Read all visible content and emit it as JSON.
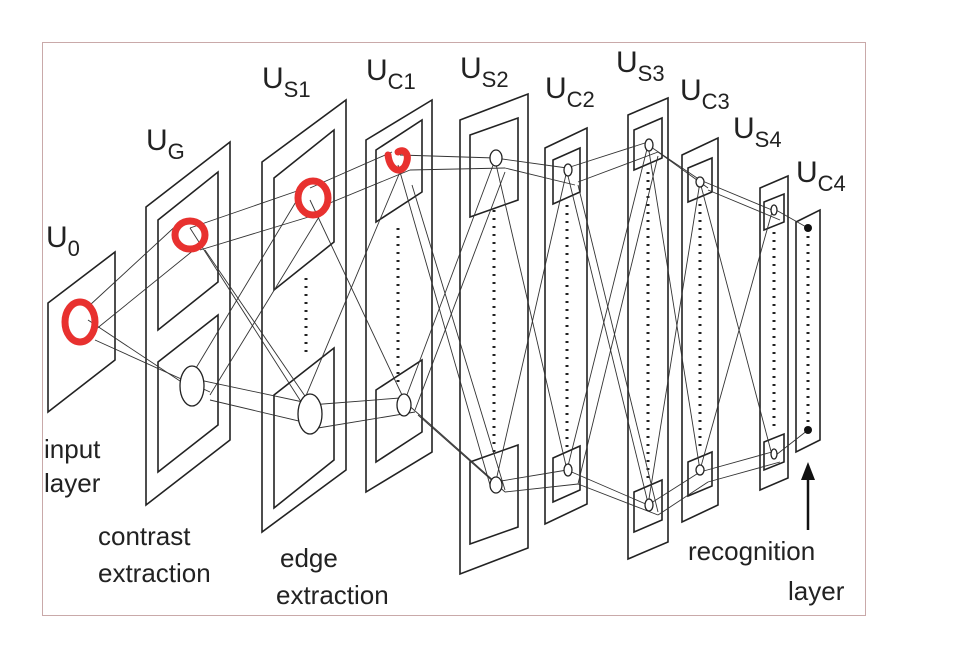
{
  "layers": [
    {
      "main": "U",
      "sub": "0"
    },
    {
      "main": "U",
      "sub": "G"
    },
    {
      "main": "U",
      "sub": "S1"
    },
    {
      "main": "U",
      "sub": "C1"
    },
    {
      "main": "U",
      "sub": "S2"
    },
    {
      "main": "U",
      "sub": "C2"
    },
    {
      "main": "U",
      "sub": "S3"
    },
    {
      "main": "U",
      "sub": "C3"
    },
    {
      "main": "U",
      "sub": "S4"
    },
    {
      "main": "U",
      "sub": "C4"
    }
  ],
  "captions": {
    "input": [
      "input",
      "layer"
    ],
    "contrast": [
      "contrast",
      "extraction"
    ],
    "edge": [
      "edge",
      "extraction"
    ],
    "recognition": [
      "recognition",
      "layer"
    ]
  },
  "colors": {
    "highlight": "#e8312f",
    "line": "#222222",
    "frame": "#c9a9a9"
  }
}
